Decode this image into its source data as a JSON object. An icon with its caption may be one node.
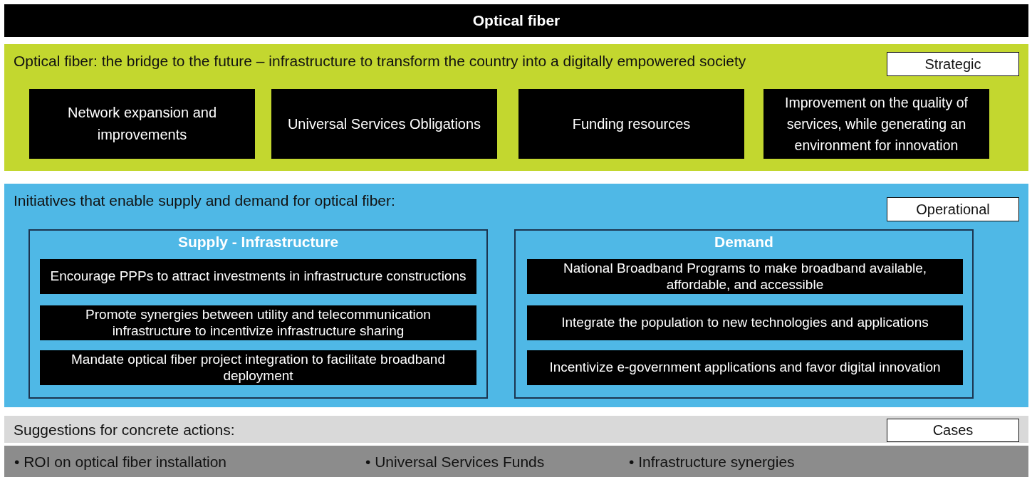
{
  "diagram": {
    "title": "Optical fiber",
    "nodes": [
      {
        "text": [
          "Optical fiber: the bridge to the future – infrastructure to transform the country into a digitally empowered society"
        ]
      },
      {
        "text": [
          "Strategic"
        ],
        "in": 0
      },
      {
        "text": [
          "Network expansion and improvements"
        ],
        "in": 0
      },
      {
        "text": [
          "Universal Services Obligations"
        ],
        "in": 0
      },
      {
        "text": [
          "Funding resources"
        ],
        "in": 0
      },
      {
        "text": [
          "Improvement on the quality of services, while generating an environment for innovation"
        ],
        "in": 0
      },
      {
        "text": [
          "Initiatives that enable supply and demand for optical fiber:"
        ]
      },
      {
        "text": [
          "Operational"
        ],
        "in": 6
      },
      {
        "text": [
          "Supply - Infrastructure"
        ],
        "in": 6
      },
      {
        "text": [
          "Encourage PPPs to attract investments in infrastructure constructions"
        ],
        "in": 8
      },
      {
        "text": [
          "Promote synergies between utility and telecommunication infrastructure to incentivize infrastructure sharing"
        ],
        "in": 8
      },
      {
        "text": [
          "Mandate optical fiber project integration to facilitate broadband deployment"
        ],
        "in": 8
      },
      {
        "text": [
          "Demand"
        ],
        "in": 6
      },
      {
        "text": [
          "National Broadband Programs to make broadband available, affordable, and accessible"
        ],
        "in": 12
      },
      {
        "text": [
          "Integrate the population to new technologies and applications"
        ],
        "in": 12
      },
      {
        "text": [
          "Incentivize e-government applications and favor digital innovation"
        ],
        "in": 12
      },
      {
        "text": [
          "Suggestions for concrete actions:"
        ]
      },
      {
        "text": [
          "Cases"
        ],
        "in": 16
      },
      {
        "text": [
          "• ROI on optical fiber installation",
          "• Universal Services Funds",
          "• Infrastructure synergies"
        ]
      }
    ],
    "edges": []
  }
}
